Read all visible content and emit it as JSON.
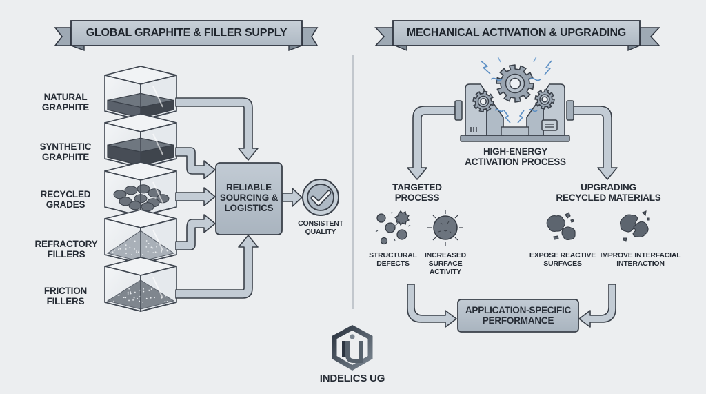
{
  "left_section": {
    "title": "GLOBAL GRAPHITE & FILLER SUPPLY",
    "materials": [
      {
        "line1": "NATURAL",
        "line2": "GRAPHITE"
      },
      {
        "line1": "SYNTHETIC",
        "line2": "GRAPHITE"
      },
      {
        "line1": "RECYCLED",
        "line2": "GRADES"
      },
      {
        "line1": "REFRACTORY",
        "line2": "FILLERS"
      },
      {
        "line1": "FRICTION",
        "line2": "FILLERS"
      }
    ],
    "hub": {
      "line1": "RELIABLE",
      "line2": "SOURCING &",
      "line3": "LOGISTICS"
    },
    "outcome": {
      "icon": "check-circle-icon",
      "line1": "CONSISTENT",
      "line2": "QUALITY"
    }
  },
  "right_section": {
    "title": "MECHANICAL ACTIVATION & UPGRADING",
    "machine": {
      "icon": "gear-machine-icon",
      "line1": "HIGH-ENERGY",
      "line2": "ACTIVATION PROCESS"
    },
    "branches": [
      {
        "title_line1": "TARGETED",
        "title_line2": "PROCESS",
        "items": [
          {
            "icon": "structural-defects-icon",
            "lines": [
              "STRUCTURAL",
              "DEFECTS"
            ]
          },
          {
            "icon": "surface-activity-icon",
            "lines": [
              "INCREASED",
              "SURFACE",
              "ACTIVITY"
            ]
          }
        ]
      },
      {
        "title_line1": "UPGRADING",
        "title_line2": "RECYCLED MATERIALS",
        "items": [
          {
            "icon": "reactive-surfaces-icon",
            "lines": [
              "EXPOSE REACTIVE",
              "SURFACES"
            ]
          },
          {
            "icon": "interfacial-interaction-icon",
            "lines": [
              "IMPROVE INTERFACIAL",
              "INTERACTION"
            ]
          }
        ]
      }
    ],
    "result": {
      "line1": "APPLICATION-SPECIFIC",
      "line2": "PERFORMANCE"
    }
  },
  "brand": {
    "name": "INDELICS UG",
    "logo": "indelics-logo-icon"
  },
  "colors": {
    "background": "#eceef0",
    "panel_fill": "#b7c1cb",
    "outline": "#3a4049",
    "text": "#262c35",
    "accent_spark": "#6fa8dc"
  }
}
